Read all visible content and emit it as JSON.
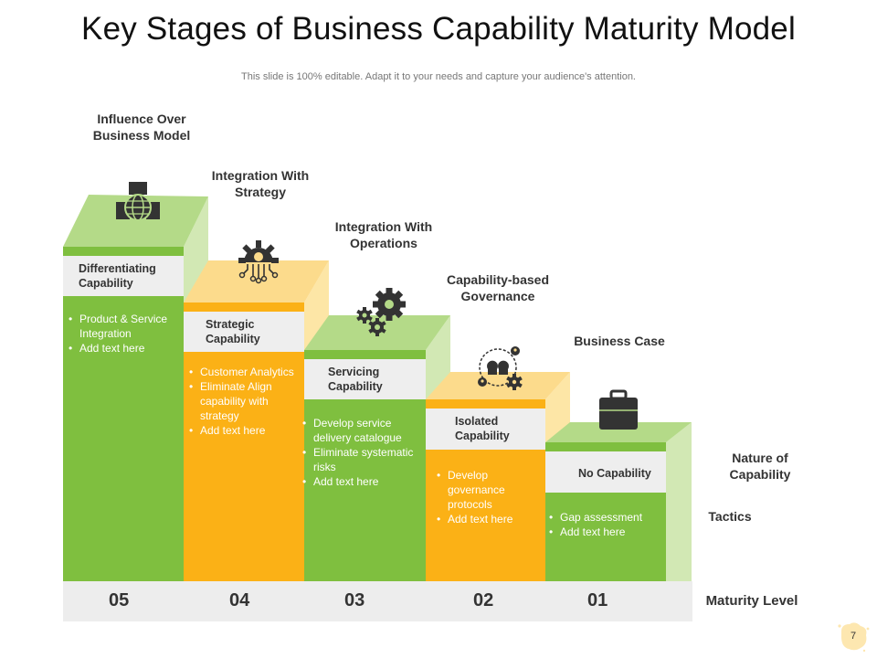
{
  "header": {
    "title": "Key Stages of Business Capability Maturity Model",
    "subtitle": "This slide is 100% editable. Adapt it to your needs and capture your audience's attention."
  },
  "stages": [
    {
      "level": "05",
      "title": "Influence Over Business Model",
      "capability": "Differentiating Capability",
      "bullets": [
        "Product & Service Integration",
        "Add text here"
      ],
      "color": "#7fbf3f",
      "icon": "globe-boxes-icon"
    },
    {
      "level": "04",
      "title": "Integration With Strategy",
      "capability": "Strategic Capability",
      "bullets": [
        "Customer Analytics",
        "Eliminate Align capability with strategy",
        "Add text here"
      ],
      "color": "#fbb116",
      "icon": "gear-circuit-icon"
    },
    {
      "level": "03",
      "title": "Integration With Operations",
      "capability": "Servicing Capability",
      "bullets": [
        "Develop service delivery catalogue",
        "Eliminate systematic risks",
        "Add text here"
      ],
      "color": "#7fbf3f",
      "icon": "gears-icon"
    },
    {
      "level": "02",
      "title": "Capability-based Governance",
      "capability": "Isolated Capability",
      "bullets": [
        "Develop governance protocols",
        "Add text here"
      ],
      "color": "#fbb116",
      "icon": "governance-icon"
    },
    {
      "level": "01",
      "title": "Business Case",
      "capability": "No Capability",
      "bullets": [
        "Gap assessment",
        "Add text here"
      ],
      "color": "#7fbf3f",
      "icon": "briefcase-icon"
    }
  ],
  "side_labels": {
    "nature": "Nature of Capability",
    "tactics": "Tactics",
    "maturity": "Maturity Level"
  },
  "footer": {
    "page_number": "7"
  }
}
